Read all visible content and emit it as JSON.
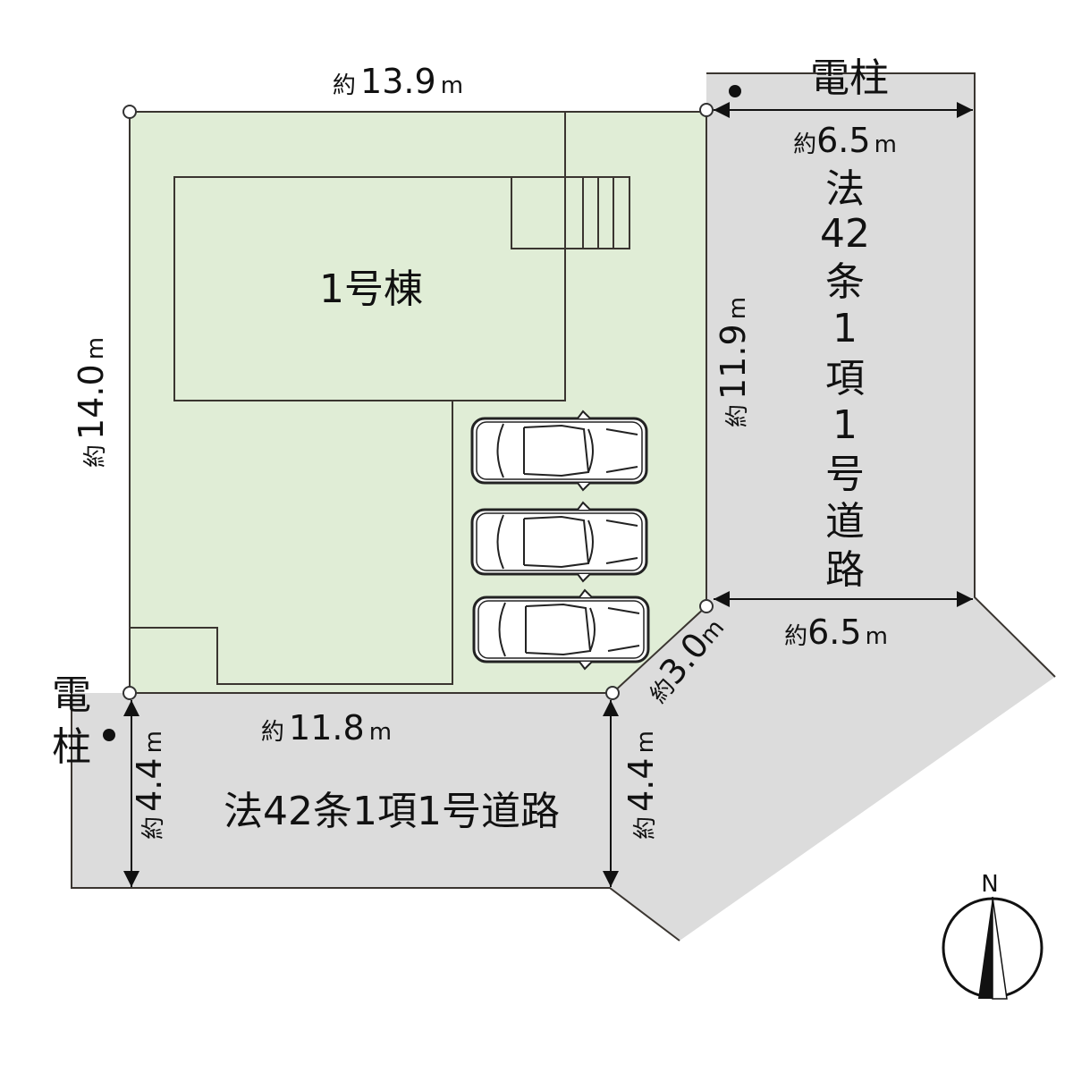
{
  "colors": {
    "lot": "#e0edd6",
    "road": "#dcdcdc",
    "line": "#3a3530"
  },
  "labels": {
    "building": "1号棟",
    "pole_top": "電柱",
    "pole_left_1": "電",
    "pole_left_2": "柱",
    "road_bottom": "法42条1項1号道路",
    "road_right": [
      "法",
      "42",
      "条",
      "1",
      "項",
      "1",
      "号",
      "道",
      "路"
    ],
    "north": "N"
  },
  "dimensions": {
    "top": {
      "prefix": "約",
      "value": "13.9",
      "unit": "m"
    },
    "left": {
      "prefix": "約",
      "value": "14.0",
      "unit": "m"
    },
    "right_road_top": {
      "prefix": "約",
      "value": "6.5",
      "unit": "m"
    },
    "right_road_bottom": {
      "prefix": "約",
      "value": "6.5",
      "unit": "m"
    },
    "east": {
      "prefix": "約",
      "value": "11.9",
      "unit": "m"
    },
    "corner": {
      "prefix": "約",
      "value": "3.0",
      "unit": "m"
    },
    "south": {
      "prefix": "約",
      "value": "11.8",
      "unit": "m"
    },
    "bottom_road_left": {
      "prefix": "約",
      "value": "4.4",
      "unit": "m"
    },
    "bottom_road_right": {
      "prefix": "約",
      "value": "4.4",
      "unit": "m"
    }
  }
}
